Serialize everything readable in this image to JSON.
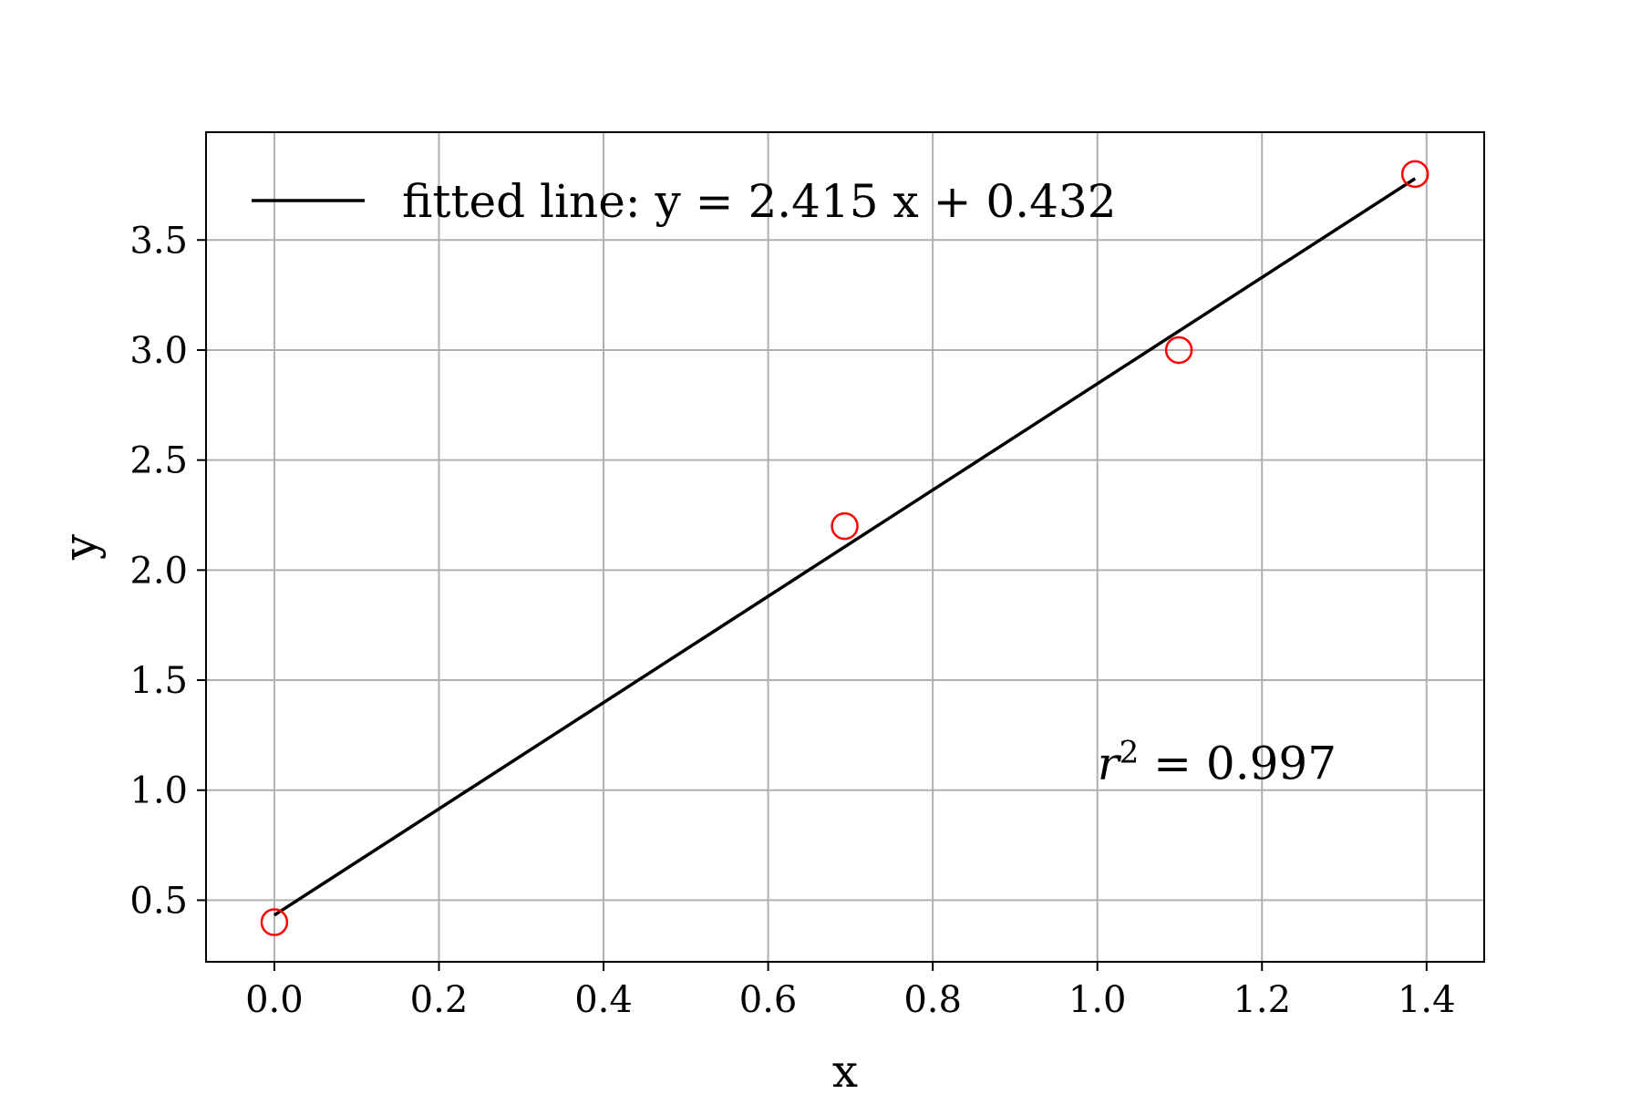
{
  "chart_data": {
    "type": "scatter",
    "title": "",
    "xlabel": "x",
    "ylabel": "y",
    "xlim": [
      -0.083,
      1.47
    ],
    "ylim": [
      0.22,
      3.99
    ],
    "xticks": [
      0.0,
      0.2,
      0.4,
      0.6,
      0.8,
      1.0,
      1.2,
      1.4
    ],
    "xtick_labels": [
      "0.0",
      "0.2",
      "0.4",
      "0.6",
      "0.8",
      "1.0",
      "1.2",
      "1.4"
    ],
    "yticks": [
      0.5,
      1.0,
      1.5,
      2.0,
      2.5,
      3.0,
      3.5
    ],
    "ytick_labels": [
      "0.5",
      "1.0",
      "1.5",
      "2.0",
      "2.5",
      "3.0",
      "3.5"
    ],
    "grid": true,
    "legend_position": "top-left",
    "series": [
      {
        "kind": "scatter",
        "marker": "open-circle",
        "color": "#ff0000",
        "x": [
          0.0,
          0.693,
          1.099,
          1.386
        ],
        "y": [
          0.4,
          2.2,
          3.0,
          3.8
        ]
      },
      {
        "kind": "line",
        "name": "fitted line: y = 2.415 x + 0.432",
        "color": "#000000",
        "slope": 2.415,
        "intercept": 0.432,
        "x": [
          0.0,
          1.386
        ]
      }
    ],
    "annotations": [
      {
        "var": "r",
        "sup": "2",
        "rest": " = 0.997",
        "x": 1.0,
        "y": 1.05
      }
    ]
  }
}
